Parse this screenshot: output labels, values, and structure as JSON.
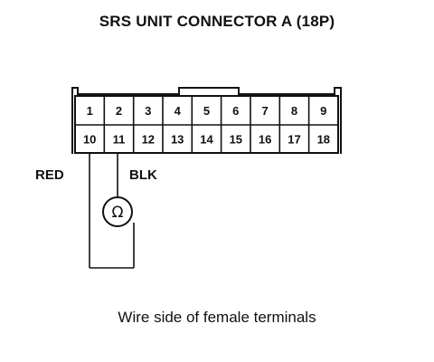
{
  "title": "SRS UNIT CONNECTOR A (18P)",
  "connector": {
    "row1": [
      "1",
      "2",
      "3",
      "4",
      "5",
      "6",
      "7",
      "8",
      "9"
    ],
    "row2": [
      "10",
      "11",
      "12",
      "13",
      "14",
      "15",
      "16",
      "17",
      "18"
    ]
  },
  "wires": {
    "left_label": "RED",
    "right_label": "BLK"
  },
  "meter_symbol": "Ω",
  "caption": "Wire side of female terminals"
}
